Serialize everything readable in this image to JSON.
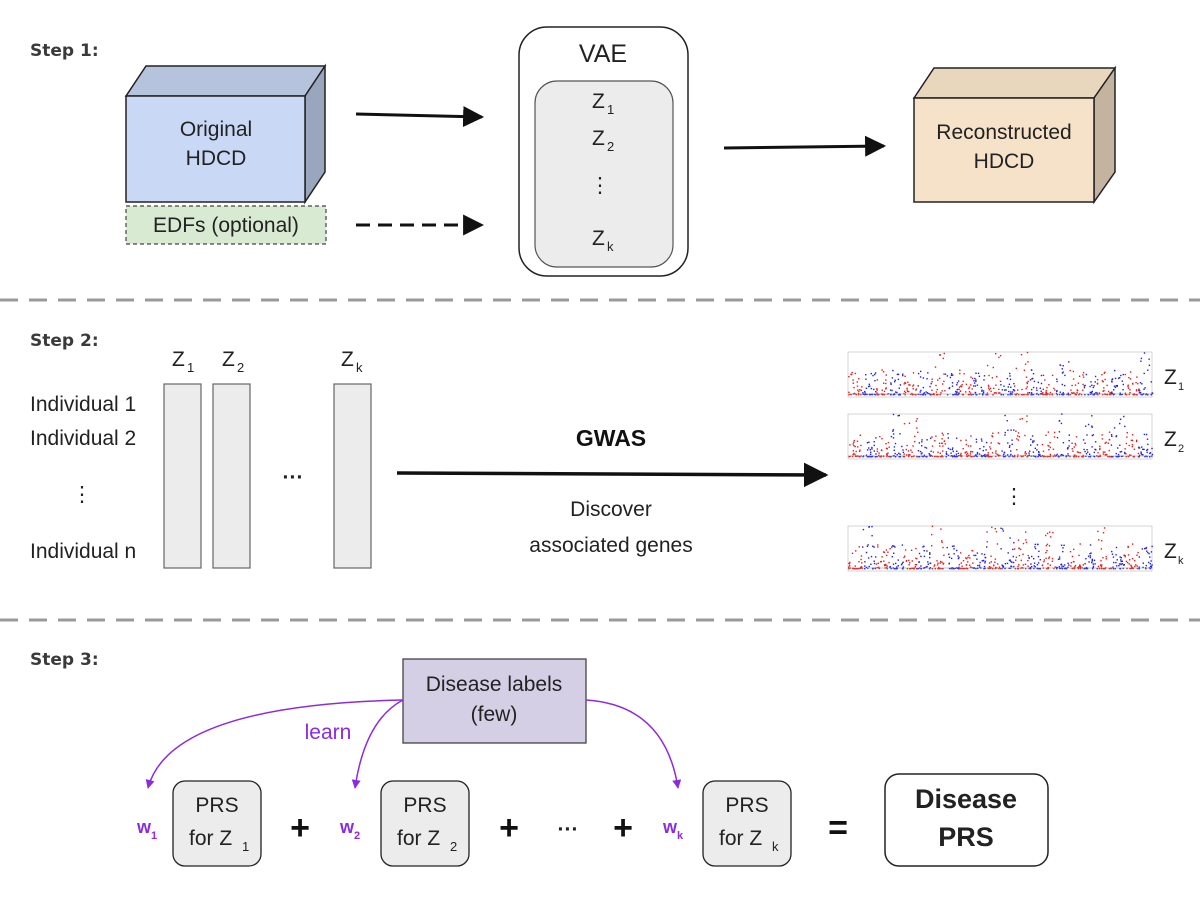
{
  "step1": {
    "label": "Step 1:",
    "original_line1": "Original",
    "original_line2": "HDCD",
    "edfs": "EDFs (optional)",
    "vae_title": "VAE",
    "latent_base": "Z",
    "latent_subs": [
      "1",
      "2",
      "k"
    ],
    "ellipsis": "⋮",
    "recon_line1": "Reconstructed",
    "recon_line2": "HDCD"
  },
  "step2": {
    "label": "Step 2:",
    "columns": [
      {
        "base": "Z",
        "sub": "1"
      },
      {
        "base": "Z",
        "sub": "2"
      },
      {
        "base": "Z",
        "sub": "k"
      }
    ],
    "col_ellipsis": "···",
    "individuals": [
      "Individual 1",
      "Individual 2",
      "Individual n"
    ],
    "row_ellipsis": "⋮",
    "gwas": "GWAS",
    "discover_line1": "Discover",
    "discover_line2": "associated genes",
    "plot_labels": [
      {
        "base": "Z",
        "sub": "1"
      },
      {
        "base": "Z",
        "sub": "2"
      },
      {
        "base": "Z",
        "sub": "k"
      }
    ],
    "plot_ellipsis": "⋮"
  },
  "step3": {
    "label": "Step 3:",
    "disease_line1": "Disease labels",
    "disease_line2": "(few)",
    "learn": "learn",
    "weights": [
      {
        "base": "w",
        "sub": "1"
      },
      {
        "base": "w",
        "sub": "2"
      },
      {
        "base": "w",
        "sub": "k"
      }
    ],
    "prs_line1": "PRS",
    "prs_for": "for Z",
    "prs_subs": [
      "1",
      "2",
      "k"
    ],
    "plus": "+",
    "dots": "···",
    "equals": "=",
    "result_line1": "Disease",
    "result_line2": "PRS"
  },
  "colors": {
    "original_box": "#c9d8f5",
    "recon_box": "#f5e2c8",
    "edfs_box": "#d9ead3",
    "disease_box": "#d5cfe6",
    "accent_purple": "#8a2be2",
    "manhattan_red": "#e02020",
    "manhattan_blue": "#2020e0"
  }
}
